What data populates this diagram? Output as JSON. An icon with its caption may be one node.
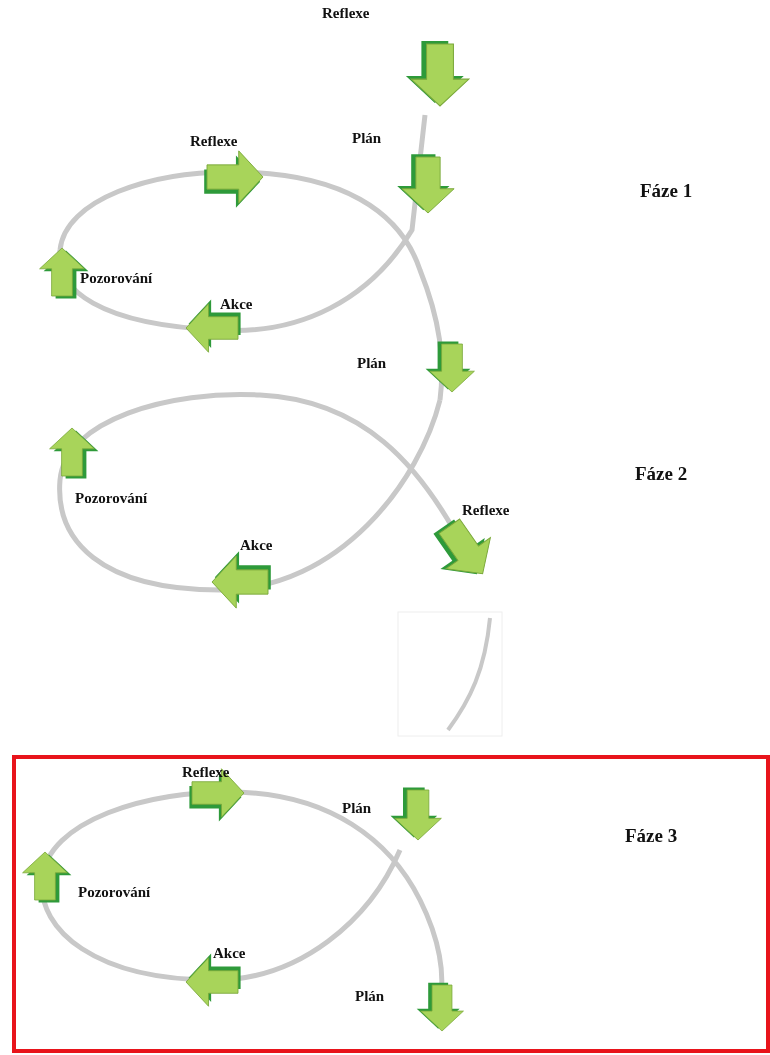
{
  "diagram": {
    "labels": [
      "Reflexe",
      "Plán",
      "Reflexe",
      "Fáze 1",
      "Pozorování",
      "Akce",
      "Plán",
      "Fáze 2",
      "Pozorování",
      "Reflexe",
      "Akce",
      "Reflexe",
      "Plán",
      "Fáze 3",
      "Pozorování",
      "Akce",
      "Plán"
    ]
  }
}
